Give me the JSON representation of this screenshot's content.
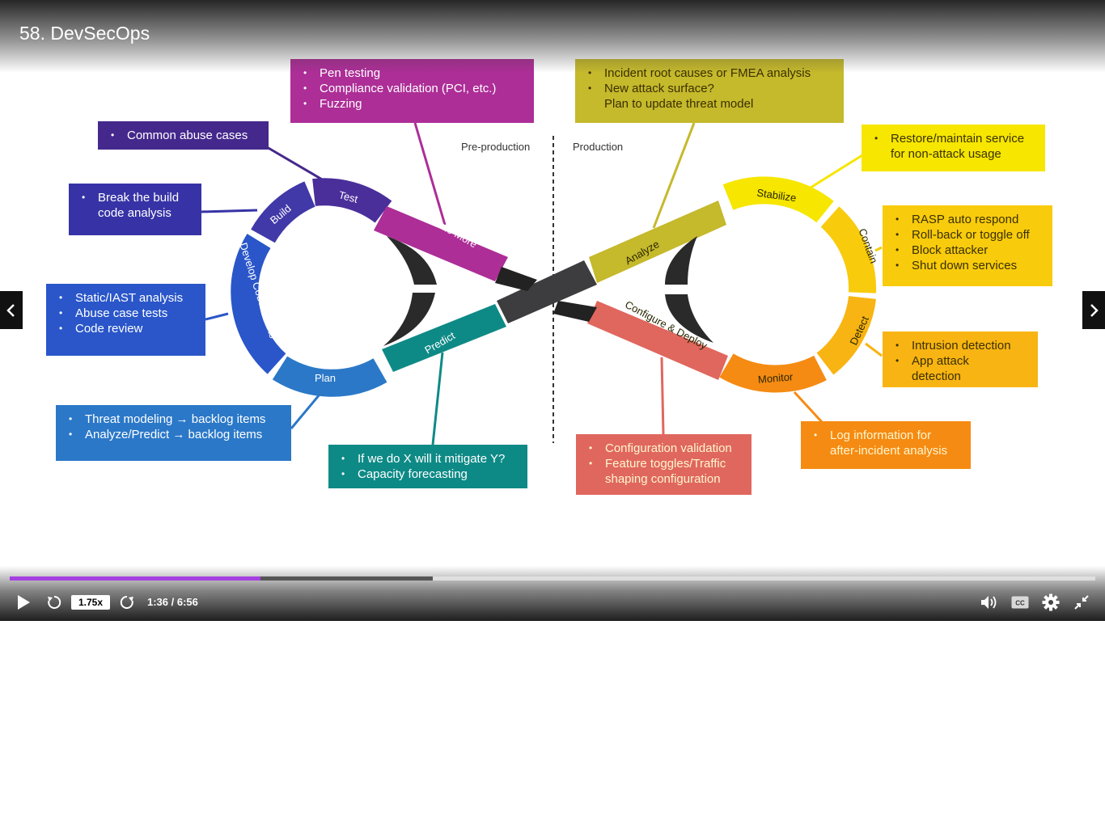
{
  "video": {
    "title": "58. DevSecOps"
  },
  "diagram": {
    "phase_pre": "Pre-production",
    "phase_prod": "Production",
    "stages": {
      "test": "Test",
      "build": "Build",
      "develop": "Develop Code / Tests",
      "plan": "Plan",
      "predict": "Predict",
      "validate": "Validate More",
      "analyze": "Analyze",
      "configure": "Configure & Deploy",
      "stabilize": "Stabilize",
      "contain": "Contain",
      "detect": "Detect",
      "monitor": "Monitor"
    },
    "callouts": {
      "abuse": {
        "color": "#45288c",
        "items": [
          "Common abuse cases"
        ]
      },
      "break": {
        "color": "#3733a6",
        "items": [
          "Break the build",
          "code analysis"
        ]
      },
      "static": {
        "color": "#2a56c9",
        "items": [
          "Static/IAST analysis",
          "Abuse case tests",
          "Code review"
        ]
      },
      "threat": {
        "color": "#2b78c8",
        "items": [
          "Threat modeling → backlog items",
          "Analyze/Predict → backlog items"
        ]
      },
      "pen": {
        "color": "#ad2e97",
        "items": [
          "Pen testing",
          "Compliance validation (PCI, etc.)",
          "Fuzzing"
        ]
      },
      "mitigate": {
        "color": "#0e8a86",
        "items": [
          "If we do X will it mitigate Y?",
          "Capacity forecasting"
        ]
      },
      "incident": {
        "color": "#c5b92c",
        "items": [
          "Incident root causes or FMEA analysis",
          "New attack surface?",
          "Plan to update threat model"
        ]
      },
      "restore": {
        "color": "#f6e600",
        "items": [
          "Restore/maintain service",
          "for non-attack usage"
        ]
      },
      "rasp": {
        "color": "#f8cb0c",
        "items": [
          "RASP auto respond",
          "Roll-back or toggle off",
          "Block attacker",
          "Shut down services"
        ]
      },
      "intrusion": {
        "color": "#f8b412",
        "items": [
          "Intrusion detection",
          "App attack",
          "detection"
        ]
      },
      "log": {
        "color": "#f58b12",
        "items": [
          "Log information for",
          "after-incident analysis"
        ]
      },
      "config": {
        "color": "#e0675e",
        "items": [
          "Configuration validation",
          "Feature toggles/Traffic",
          "shaping configuration"
        ]
      }
    }
  },
  "nav": {
    "prev_icon": "chevron-left-icon",
    "next_icon": "chevron-right-icon"
  },
  "player": {
    "played_fraction": 0.2308,
    "buffered_fraction": 0.39,
    "speed": "1.75x",
    "time": "1:36 / 6:56",
    "icons": [
      "play-icon",
      "rewind-icon",
      "forward-icon",
      "volume-icon",
      "captions-icon",
      "settings-icon",
      "exit-fullscreen-icon"
    ],
    "accent": "#a53fe0"
  }
}
